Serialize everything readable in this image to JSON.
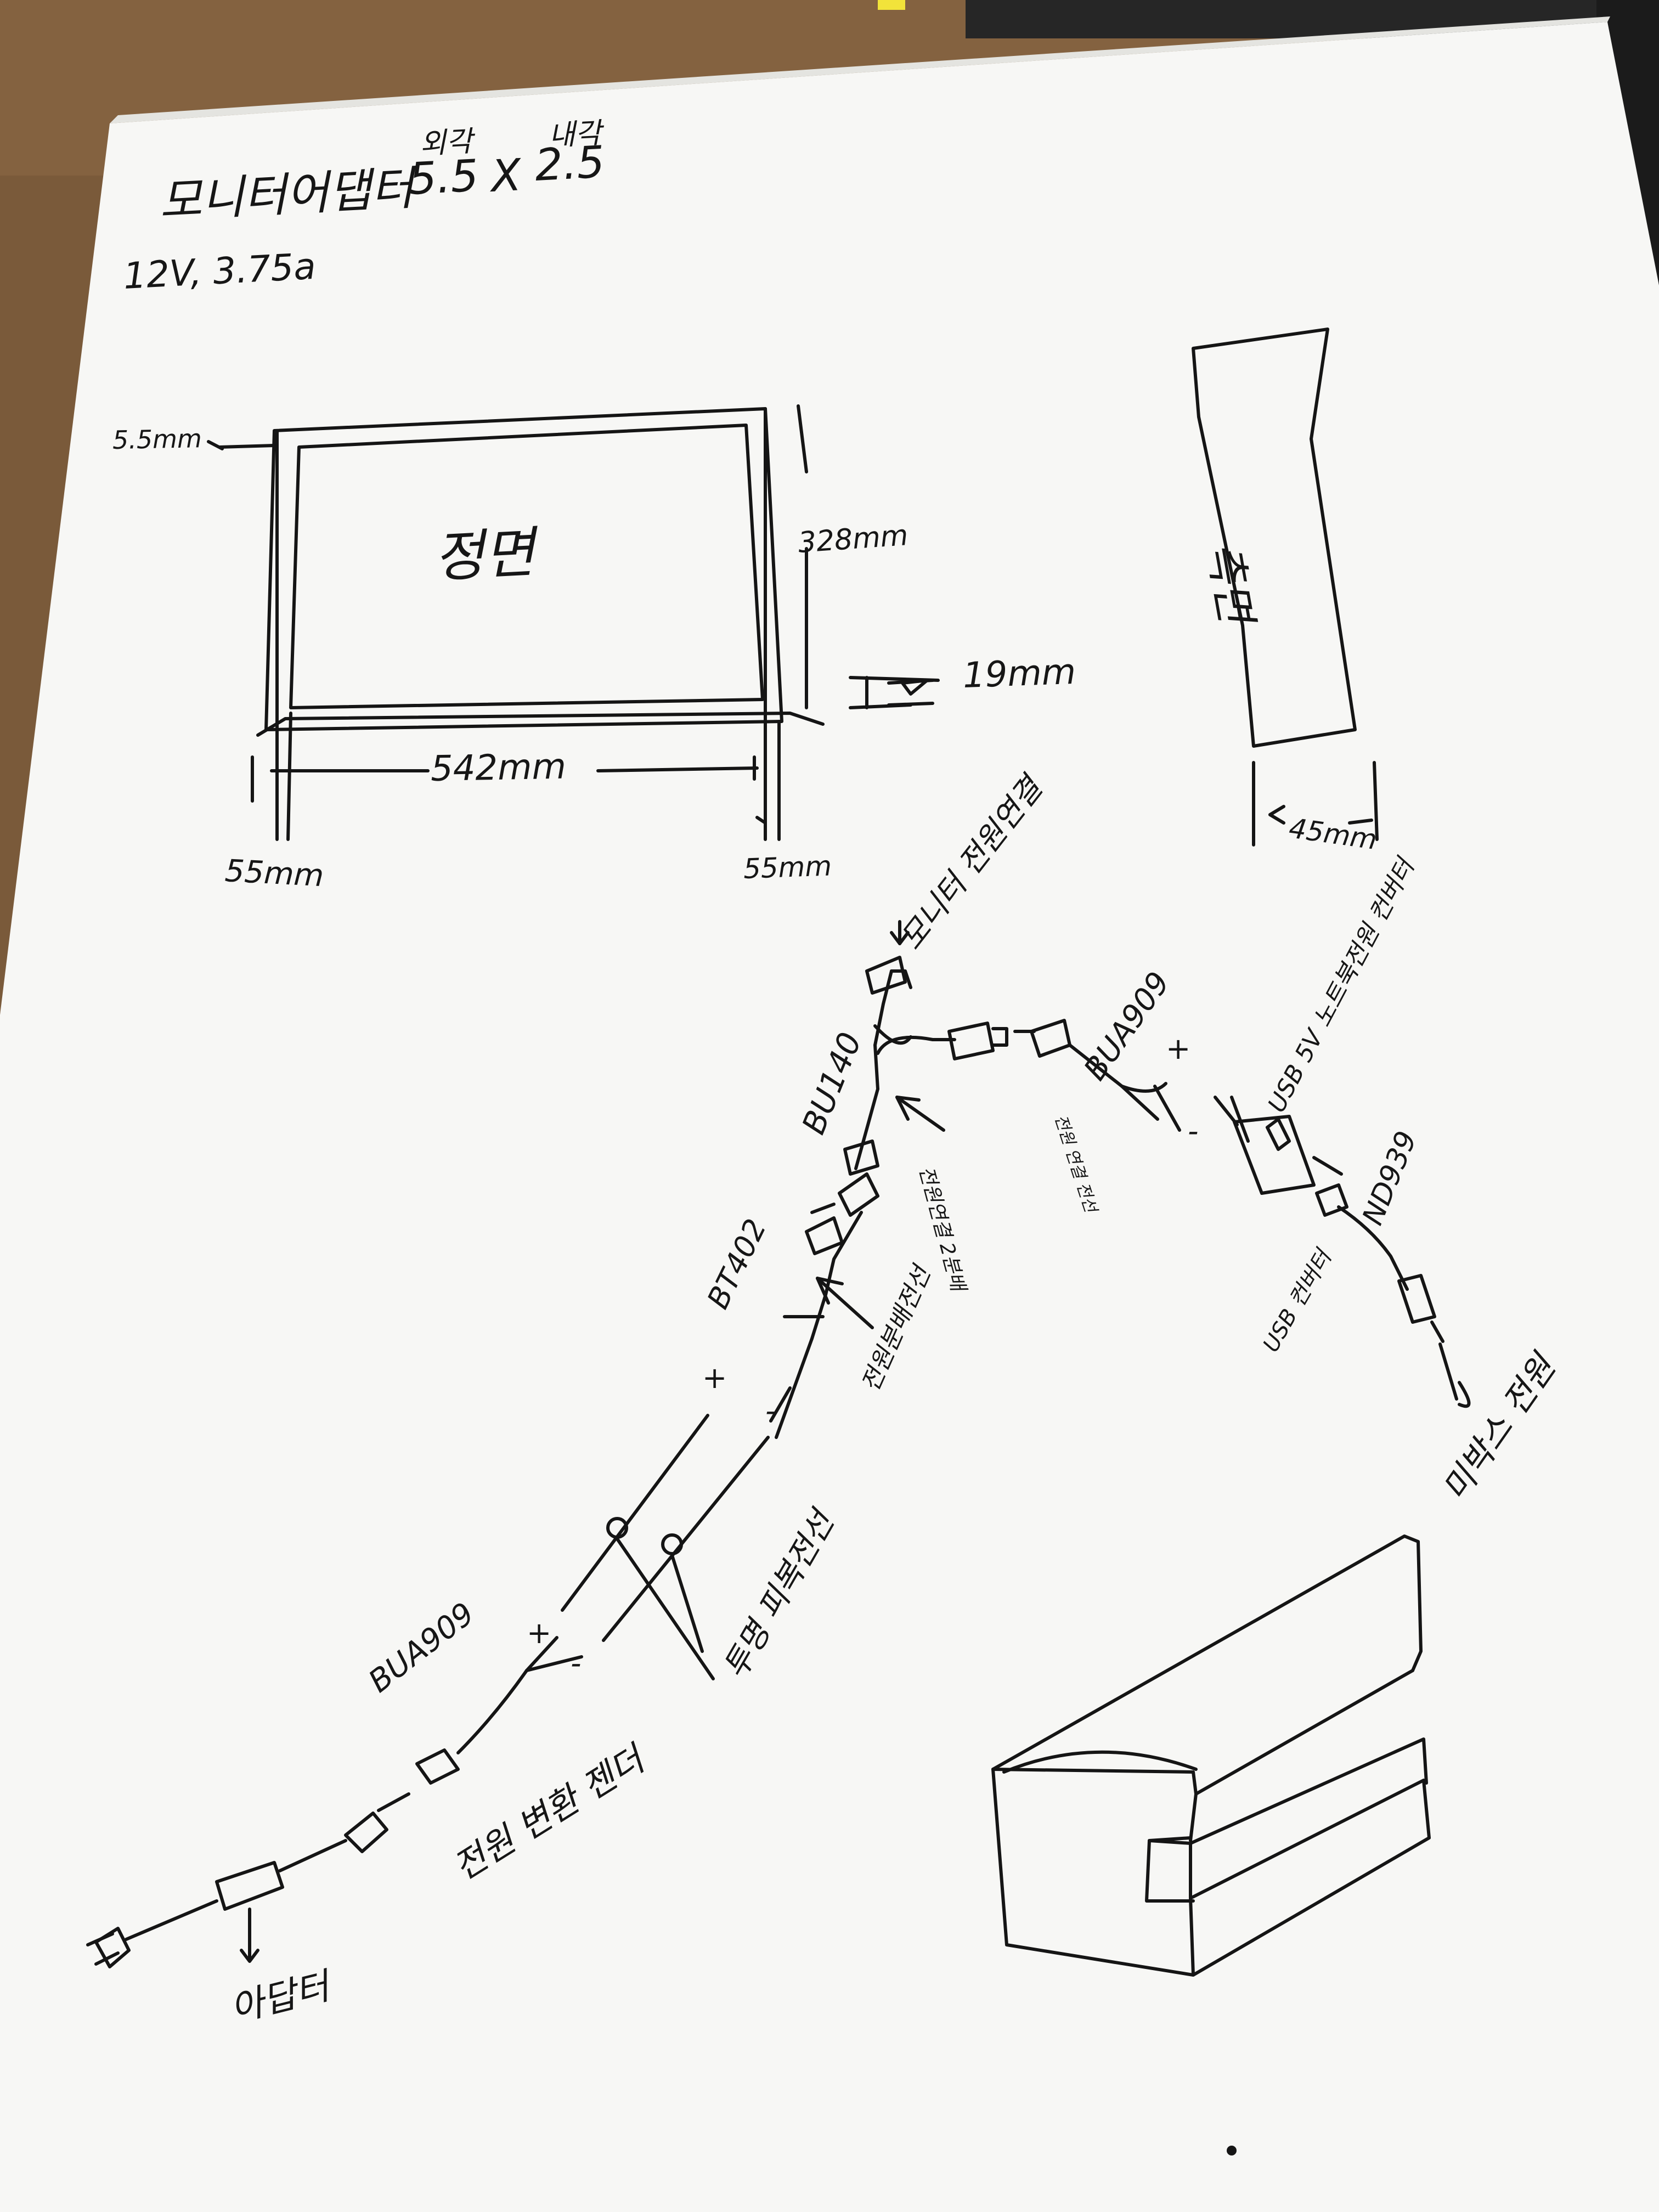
{
  "header": {
    "adapter_title": "모니터어댑터",
    "outer_label": "외각",
    "inner_label": "내각",
    "outer_value": "5.5",
    "times": "X",
    "inner_value": "2.5",
    "power_spec": "12V, 3.75a"
  },
  "front_view": {
    "title": "정면",
    "bezel_top": "5.5mm",
    "height": "328mm",
    "bottom_depth": "19mm",
    "width": "542mm",
    "bezel_left": "55mm",
    "bezel_right": "55mm"
  },
  "side_view": {
    "title": "측면",
    "depth": "45mm"
  },
  "wiring": {
    "monitor_power": "모니터 전원연결",
    "bu140": "BU140",
    "bua909_top": "BUA909",
    "usb_converter": "USB 5V 노트북전원 컨버터",
    "plus_top": "+",
    "minus_top": "-",
    "power_connect_2": "전원연결 2분배",
    "power_connect_short": "전원 연결 전선",
    "nd939": "ND939",
    "usb_converter_small": "USB 컨버터",
    "mibox_power": "미박스 전원",
    "bt402": "BT402",
    "power_distributor": "전원분배전선",
    "plus_mid": "+",
    "minus_mid": "-",
    "transparent_wire": "투명 피복전선",
    "bua909_bottom": "BUA909",
    "plus_bottom": "+",
    "minus_bottom": "-",
    "power_converter": "전원 변환 젠더",
    "adapter": "아답터"
  }
}
